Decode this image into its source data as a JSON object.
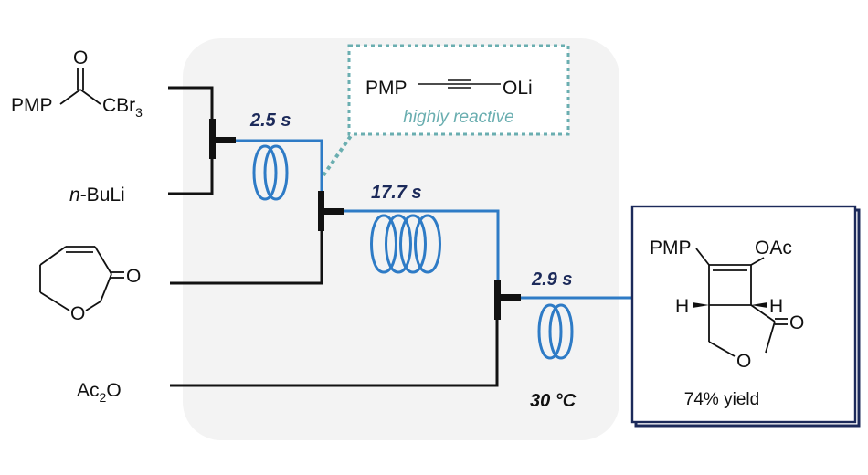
{
  "reagents": {
    "ketone_left": "PMP",
    "ketone_carbonyl_o": "O",
    "ketone_right": "CBr",
    "ketone_right_sub": "3",
    "base_prefix": "n",
    "base_rest": "-BuLi",
    "lactone_o_carbonyl": "O",
    "lactone_o_ring": "O",
    "anhydride_main": "Ac",
    "anhydride_sub": "2",
    "anhydride_end": "O"
  },
  "residence_times": [
    "2.5 s",
    "17.7 s",
    "2.9 s"
  ],
  "temperature": "30 °C",
  "intermediate": {
    "left": "PMP",
    "right": "OLi",
    "note": "highly reactive"
  },
  "product": {
    "pmp": "PMP",
    "oac": "OAc",
    "h_left": "H",
    "h_right": "H",
    "o_carbonyl": "O",
    "o_ring": "O",
    "yield": "74% yield"
  },
  "colors": {
    "flow_blue": "#2e7bc6",
    "time_navy": "#1c2a5a",
    "note_teal": "#6aaeb0",
    "panel_gray": "#f3f3f3",
    "product_border": "#1c2a5a"
  }
}
